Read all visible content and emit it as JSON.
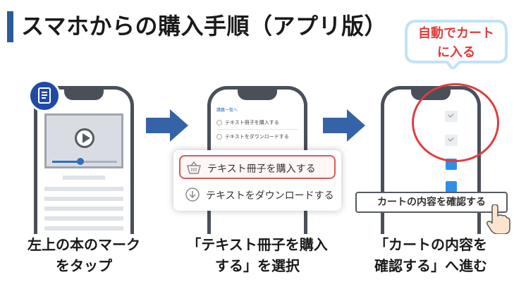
{
  "header": {
    "title": "スマホからの購入手順（アプリ版）"
  },
  "bubble": {
    "line1": "自動でカート",
    "line2": "に入る"
  },
  "phone2": {
    "menu_header": "講義一覧へ",
    "item1": "テキスト冊子を購入する",
    "item2": "テキストをダウンロードする"
  },
  "popup": {
    "purchase_label": "テキスト冊子を購入する",
    "download_label": "テキストをダウンロードする"
  },
  "phone3": {
    "confirm_label": "カートの内容を確認する"
  },
  "captions": {
    "step1_line1": "左上の本のマーク",
    "step1_line2": "をタップ",
    "step2_line1": "「テキスト冊子を購入",
    "step2_line2": "する」を選択",
    "step3_line1": "「カートの内容を",
    "step3_line2": "確認する」へ進む"
  },
  "video": {
    "progress": 0.44
  },
  "icons": {
    "book": "book-icon",
    "play": "play-icon",
    "cart": "cart-icon",
    "download": "download-icon",
    "check": "check-icon",
    "hand": "pointing-hand-icon",
    "arrow": "arrow-right-icon"
  },
  "colors": {
    "accent_blue": "#2a5b9a",
    "arrow_blue": "#3463a8",
    "highlight_red": "#e23b3b",
    "badge_blue": "#1f4aa5",
    "cart_blue": "#2f8ee6",
    "phone_frame": "#4a505a"
  }
}
